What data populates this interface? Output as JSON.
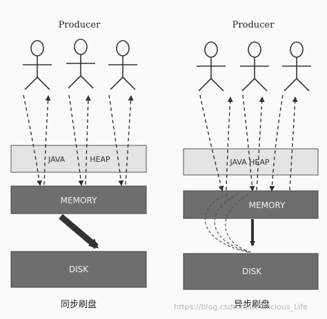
{
  "left": {
    "title": "Producer",
    "heap_label_1": "JAVA",
    "heap_label_2": "HEAP",
    "memory_label": "MEMORY",
    "disk_label": "DISK",
    "caption": "同步刷盘"
  },
  "right": {
    "title": "Producer",
    "heap_label": "JAVA HEAP",
    "memory_label": "MEMORY",
    "disk_label": "DISK",
    "caption": "异步刷盘"
  },
  "watermark": "https://blog.csdn.net/Malicious_Life",
  "colors": {
    "heap_fill": "#e4e4e4",
    "memory_fill": "#6e6e6e",
    "disk_fill": "#6e6e6e",
    "box_text_dark": "#f2f2f2",
    "line": "#333333"
  }
}
